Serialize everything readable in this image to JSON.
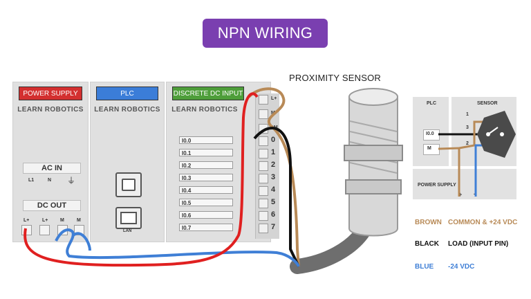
{
  "title": "NPN WIRING",
  "colors": {
    "title_bg": "#7a3fb0",
    "power_red": "#d32f2f",
    "plc_blue": "#3b7dd8",
    "input_green": "#4e9e3a",
    "wire_brown": "#b88a57",
    "wire_black": "#111111",
    "wire_blue": "#3f7fd6",
    "wire_red": "#e02020"
  },
  "modules": {
    "power_supply": {
      "header": "POWER SUPPLY",
      "brand": "LEARN ROBOTICS",
      "ac_in": "AC IN",
      "ac_terminals": [
        "L1",
        "N",
        "⏚"
      ],
      "dc_out": "DC OUT",
      "dc_terminals": [
        "L+",
        "L+",
        "M",
        "M"
      ]
    },
    "plc": {
      "header": "PLC",
      "brand": "LEARN ROBOTICS",
      "lan_label": "LAN"
    },
    "input": {
      "header": "DISCRETE DC INPUT",
      "brand": "LEARN ROBOTICS",
      "io_labels": [
        "I0.0",
        "I0.1",
        "I0.2",
        "I0.3",
        "I0.4",
        "I0.5",
        "I0.6",
        "I0.7"
      ],
      "top_terminals": [
        "L+",
        "M",
        "1M"
      ],
      "terminal_numbers": [
        "0",
        "1",
        "2",
        "3",
        "4",
        "5",
        "6",
        "7"
      ]
    }
  },
  "sensor": {
    "title": "PROXIMITY SENSOR"
  },
  "schematic": {
    "plc_label": "PLC",
    "sensor_label": "SENSOR",
    "input_label": "I0.0",
    "m_label": "M",
    "pins": [
      "1",
      "3",
      "2"
    ],
    "power_supply_label": "POWER SUPPLY",
    "plus": "+",
    "minus": "-"
  },
  "legend": [
    {
      "color_name": "BROWN",
      "description": "COMMON & +24 VDC",
      "color": "#b88a57"
    },
    {
      "color_name": "BLACK",
      "description": "LOAD (INPUT PIN)",
      "color": "#111111"
    },
    {
      "color_name": "BLUE",
      "description": "-24 VDC",
      "color": "#3f7fd6"
    }
  ]
}
